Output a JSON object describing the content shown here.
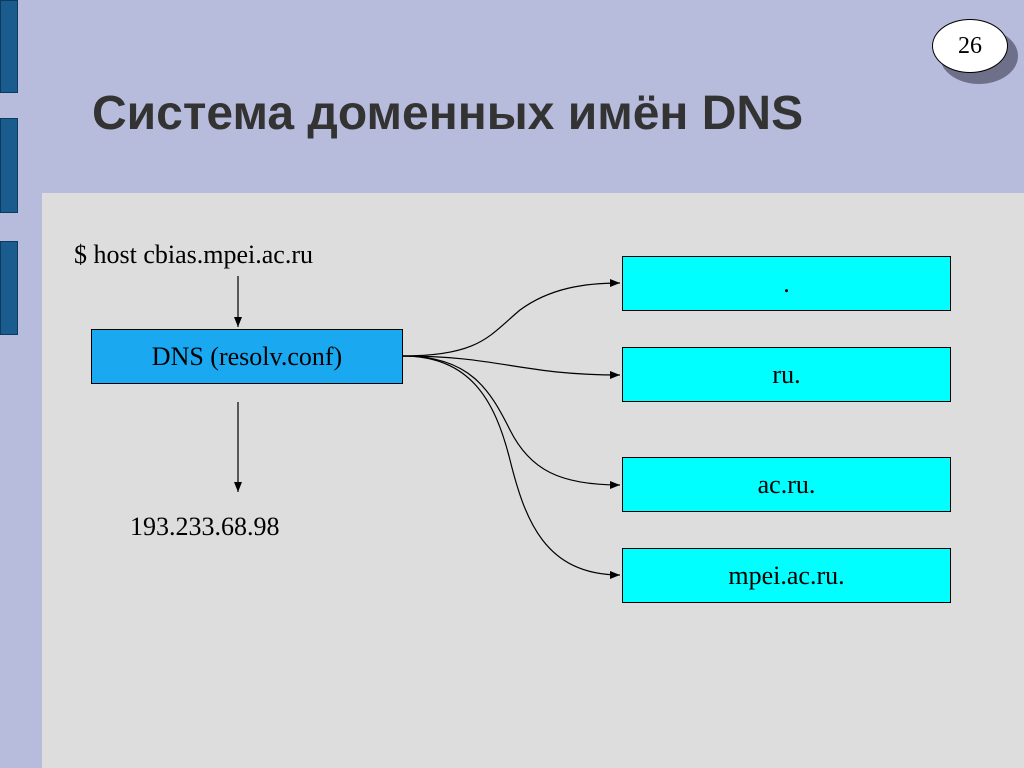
{
  "slide": {
    "title": "Система доменных имён DNS",
    "page_number": "26"
  },
  "diagram": {
    "command": "$ host cbias.mpei.ac.ru",
    "resolver_label": "DNS (resolv.conf)",
    "result_ip": "193.233.68.98",
    "servers": [
      {
        "label": "."
      },
      {
        "label": "ru."
      },
      {
        "label": "ac.ru."
      },
      {
        "label": "mpei.ac.ru."
      }
    ]
  },
  "colors": {
    "background": "#b8bcdc",
    "content_area": "#dddddd",
    "resolver_box": "#1aa8f0",
    "server_box": "#00ffff",
    "side_tab": "#1a5c8e"
  }
}
